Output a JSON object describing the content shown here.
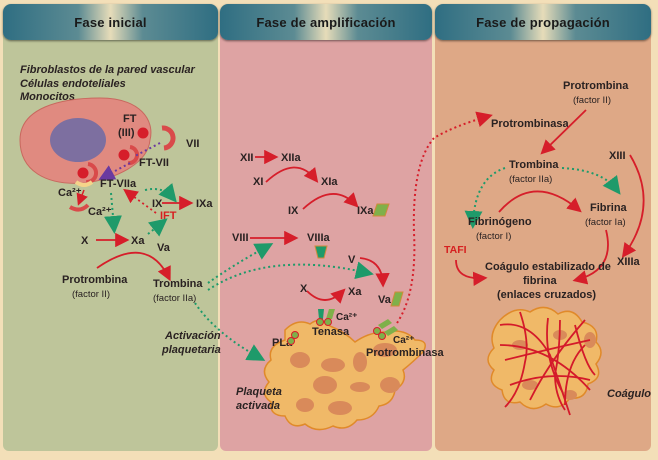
{
  "panels": [
    {
      "title": "Fase inicial",
      "color": "#bec59a"
    },
    {
      "title": "Fase de amplificación",
      "color": "#dea3a3"
    },
    {
      "title": "Fase de propagación",
      "color": "#dea886"
    }
  ],
  "colors": {
    "activation_arrow": "#d61e2a",
    "feedback_arrow": "#1e9a6a",
    "inhibition_arrow": "#6a3aa0",
    "cell_body": "#e08a80",
    "nucleus": "#7d6fa0",
    "platelet": "#f0b968",
    "header": "#2f6e82"
  },
  "inicial": {
    "cell_types": [
      "Fibroblastos de la pared vascular",
      "Células endoteliales",
      "Monocitos"
    ],
    "ft": "FT",
    "ft_iii": "(III)",
    "vii": "VII",
    "ft_vii": "FT-VII",
    "ft_viia": "FT-VIIa",
    "ca1": "Ca²⁺",
    "ca2": "Ca²⁺",
    "ix": "IX",
    "ixa": "IXa",
    "ift": "IFT",
    "x": "X",
    "xa": "Xa",
    "va": "Va",
    "protrombina": "Protrombina",
    "factor_ii": "(factor II)",
    "trombina": "Trombina",
    "factor_iia": "(factor IIa)",
    "activacion": [
      "Activación",
      "plaquetaria"
    ]
  },
  "amplificacion": {
    "xii": "XII",
    "xiia": "XIIa",
    "xi": "XI",
    "xia": "XIa",
    "ix": "IX",
    "ixa": "IXa",
    "viii": "VIII",
    "viiia": "VIIIa",
    "v": "V",
    "va": "Va",
    "x": "X",
    "xa": "Xa",
    "ca1": "Ca²⁺",
    "tenasa": "Tenasa",
    "pla": "PLa",
    "ca2": "Ca²⁺",
    "protrombinasa": "Protrombinasa",
    "plaqueta": [
      "Plaqueta",
      "activada"
    ]
  },
  "propagacion": {
    "protrombina": "Protrombina",
    "factor_ii": "(factor II)",
    "protrombinasa": "Protrombinasa",
    "trombina": "Trombina",
    "factor_iia": "(factor IIa)",
    "xiii": "XIII",
    "fibrinogeno": "Fibrinógeno",
    "factor_i": "(factor I)",
    "fibrina": "Fibrina",
    "factor_ia": "(factor Ia)",
    "tafi": "TAFI",
    "coagulo_estab": [
      "Coágulo estabilizado de",
      "fibrina",
      "(enlaces cruzados)"
    ],
    "xiiia": "XIIIa",
    "coagulo": "Coágulo"
  }
}
